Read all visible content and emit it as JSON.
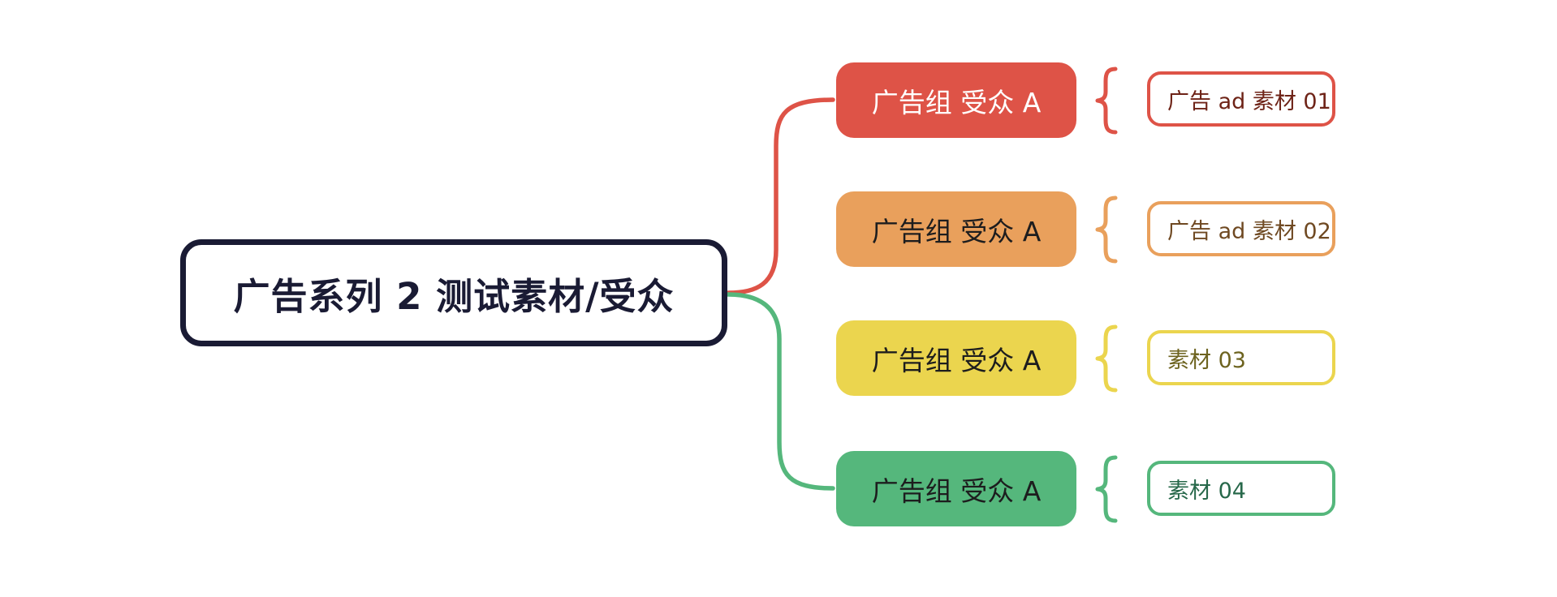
{
  "canvas": {
    "background": "#ffffff"
  },
  "root": {
    "label": "广告系列 2 测试素材/受众",
    "border_color": "#1a1b34",
    "text_color": "#1a1b34",
    "fill": "#ffffff"
  },
  "connectors": {
    "up_branch_color": "#de5347",
    "down_branch_color": "#55b77c"
  },
  "branches": [
    {
      "group_label": "广告组 受众 A",
      "color": "#de5347",
      "group_text_color": "#ffffff",
      "leaf_label": "广告 ad 素材 01",
      "leaf_text_color": "#6e2317",
      "brace_icon": "curly-brace"
    },
    {
      "group_label": "广告组 受众 A",
      "color": "#e9a05c",
      "group_text_color": "#1d1d1e",
      "leaf_label": "广告 ad 素材 02",
      "leaf_text_color": "#6f4922",
      "brace_icon": "curly-brace"
    },
    {
      "group_label": "广告组 受众 A",
      "color": "#ebd54e",
      "group_text_color": "#1d1d1e",
      "leaf_label": "素材 03",
      "leaf_text_color": "#6d631f",
      "brace_icon": "curly-brace"
    },
    {
      "group_label": "广告组 受众 A",
      "color": "#55b77c",
      "group_text_color": "#1d1d1e",
      "leaf_label": "素材 04",
      "leaf_text_color": "#27684a",
      "brace_icon": "curly-brace"
    }
  ]
}
